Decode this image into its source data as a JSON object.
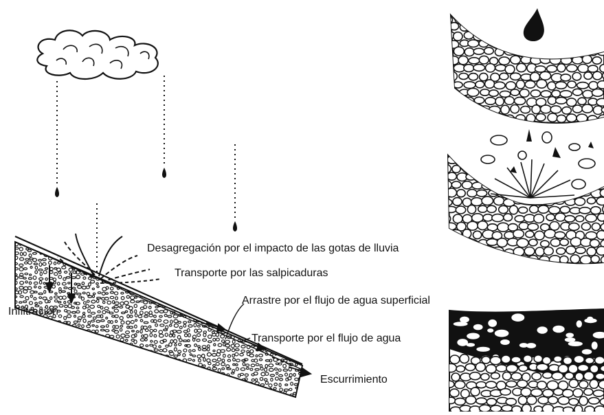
{
  "labels": {
    "desagregacion": "Desagregación por el impacto de las gotas de lluvia",
    "transporte_salpicaduras": "Transporte por las salpicaduras",
    "infiltracion": "Infiltración",
    "arrastre": "Arrastre por el flujo de agua superficial",
    "transporte_flujo": "Transporte por el flujo de agua",
    "escurrimiento": "Escurrimiento"
  },
  "colors": {
    "ink": "#111111",
    "background": "#ffffff"
  }
}
